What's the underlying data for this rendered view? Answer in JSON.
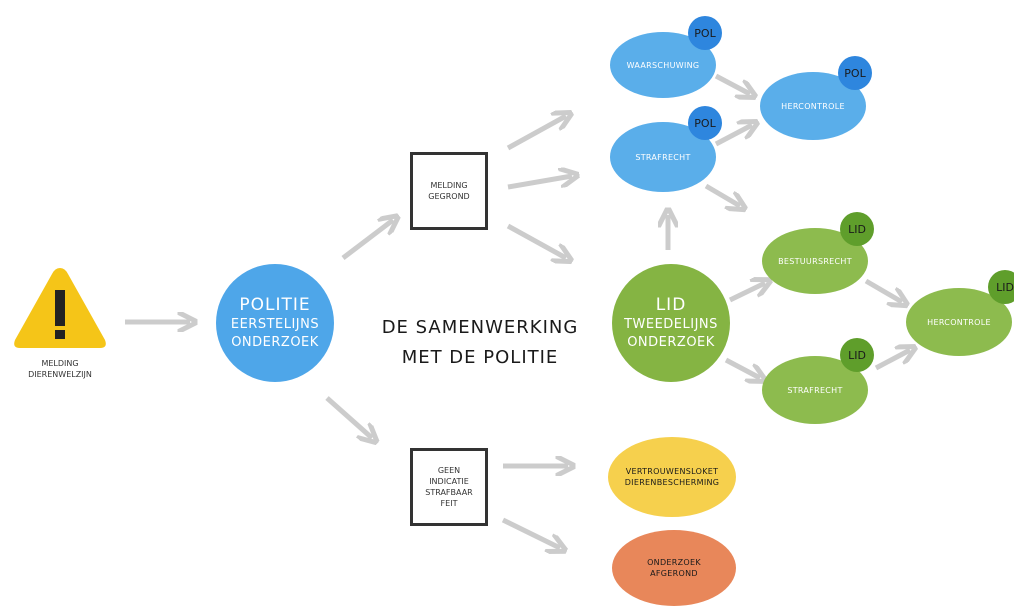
{
  "warning": {
    "symbol": "!",
    "line1": "MELDING",
    "line2": "DIERENWELZIJN",
    "color": "#f5c518"
  },
  "politie": {
    "title": "POLITIE",
    "line2": "EERSTELIJNS",
    "line3": "ONDERZOEK",
    "color": "#4ea6e9"
  },
  "center_title": {
    "line1": "DE SAMENWERKING",
    "line2": "MET DE POLITIE"
  },
  "box_gegrond": {
    "line1": "MELDING",
    "line2": "GEGROND"
  },
  "box_geen": {
    "line1": "GEEN",
    "line2": "INDICATIE",
    "line3": "STRAFBAAR",
    "line4": "FEIT"
  },
  "pol_nodes": {
    "waarschuwing": "WAARSCHUWING",
    "hercontrole": "HERCONTROLE",
    "strafrecht": "STRAFRECHT",
    "badge": "POL",
    "color": "#5aaeea",
    "badge_color": "#2e86de"
  },
  "lid": {
    "title": "LID",
    "line2": "TWEEDELIJNS",
    "line3": "ONDERZOEK",
    "color": "#85b443"
  },
  "lid_nodes": {
    "bestuursrecht": "BESTUURSRECHT",
    "hercontrole": "HERCONTROLE",
    "strafrecht": "STRAFRECHT",
    "badge": "LID",
    "color": "#8dbb4e",
    "badge_color": "#5f9e2b"
  },
  "vertrouwen": {
    "line1": "VERTROUWENSLOKET",
    "line2": "DIERENBESCHERMING",
    "color": "#f6d04d"
  },
  "afgerond": {
    "line1": "ONDERZOEK",
    "line2": "AFGEROND",
    "color": "#e8875a"
  },
  "arrow_color": "#cccccc"
}
